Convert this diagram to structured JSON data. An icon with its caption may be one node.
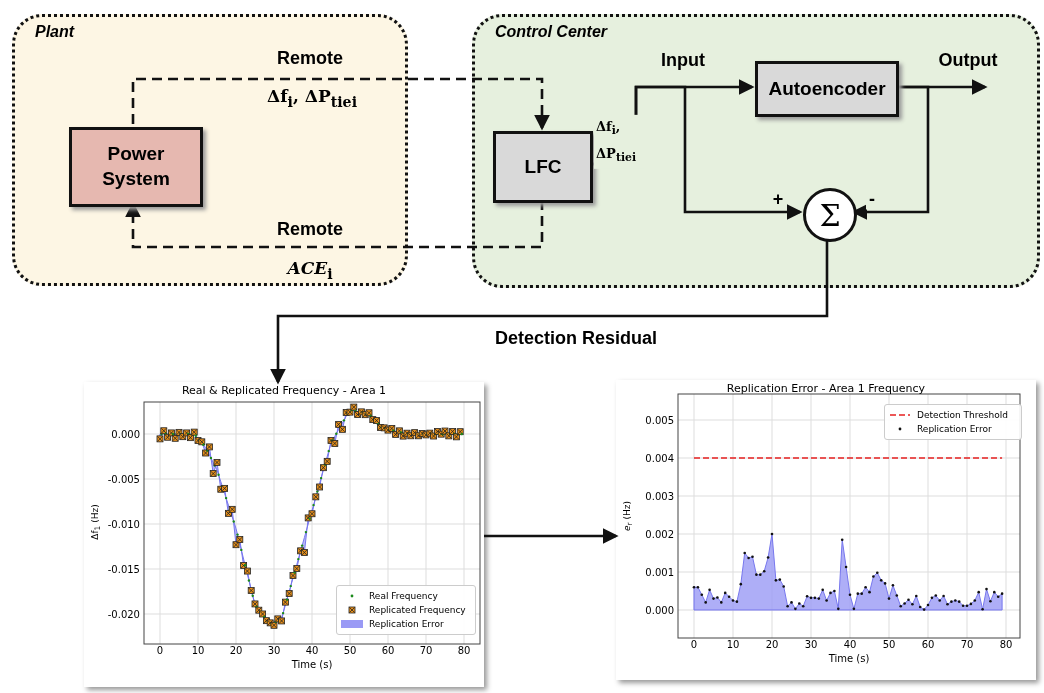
{
  "diagram": {
    "nodes": [
      {
        "text": [
          "Plant"
        ]
      },
      {
        "text": [
          "Power System"
        ],
        "in": 0
      },
      {
        "text": [
          "Control Center"
        ]
      },
      {
        "text": [
          "LFC"
        ],
        "in": 2
      },
      {
        "text": [
          "Autoencoder"
        ],
        "in": 2
      },
      {
        "text": [
          "Σ"
        ],
        "in": 2
      },
      {
        "text": [
          "Real & Replicated Frequency - Area 1"
        ]
      },
      {
        "text": [
          "Replication Error - Area 1 Frequency"
        ]
      }
    ],
    "edges": [
      {
        "from": 1,
        "to": 3,
        "arrow": "to",
        "style": "dashed",
        "label": "Remote"
      },
      {
        "from": 3,
        "to": 1,
        "arrow": "to",
        "style": "dashed",
        "label": "Remote"
      },
      {
        "from": 3,
        "to": 4,
        "arrow": "to",
        "label": "Input"
      },
      {
        "from": 3,
        "to": 5,
        "arrow": "to",
        "label": "+"
      },
      {
        "from": 4,
        "to": null,
        "arrow": "to",
        "label": "Output"
      },
      {
        "from": 4,
        "to": 5,
        "arrow": "to",
        "label": "-"
      },
      {
        "from": 5,
        "to": 6,
        "arrow": "to",
        "label": "Detection Residual"
      },
      {
        "from": 6,
        "to": 7,
        "arrow": "to"
      }
    ],
    "labels": [
      "Δf$_{i}$, ΔP$_{tiei}$",
      "*ACE*$_{i}$",
      "Δf$_{i}$, ΔP$_{tiei}$",
      "0.000",
      "-0.005",
      "-0.010",
      "-0.015",
      "-0.020",
      "Δf$_{1}$ (Hz)",
      "0",
      "10",
      "20",
      "30",
      "40",
      "50",
      "60",
      "70",
      "80",
      "Time (s)",
      "0.005",
      "0.004",
      "0.003",
      "0.002",
      "0.001",
      "0.000",
      "*e*$_{r}$ (Hz)",
      "0",
      "10",
      "20",
      "30",
      "40",
      "50",
      "60",
      "70",
      "80",
      "Time (s)"
    ],
    "legend": [
      {
        "text": "Real Frequency"
      },
      {
        "text": "Replicated Frequency"
      },
      {
        "text": "Replication Error",
        "color": "#9a9af5"
      },
      {
        "text": "Detection Threshold"
      },
      {
        "text": "Replication Error"
      }
    ]
  }
}
